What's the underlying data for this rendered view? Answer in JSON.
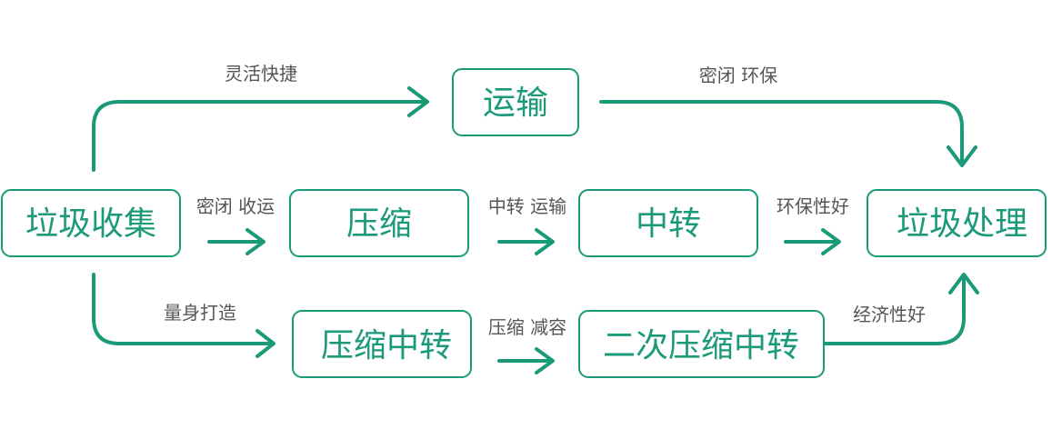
{
  "nodes": {
    "collect": "垃圾收集",
    "transport": "运输",
    "compress": "压缩",
    "transfer": "中转",
    "process": "垃圾处理",
    "compress_transfer": "压缩中转",
    "secondary_compress_transfer": "二次压缩中转"
  },
  "labels": {
    "top_left": "灵活快捷",
    "top_right": "密闭 环保",
    "mid_1": "密闭 收运",
    "mid_2": "中转 运输",
    "mid_3": "环保性好",
    "bottom_left": "量身打造",
    "bottom_mid": "压缩 减容",
    "bottom_right": "经济性好"
  },
  "colors": {
    "accent": "#1b9a79",
    "label": "#555555"
  }
}
